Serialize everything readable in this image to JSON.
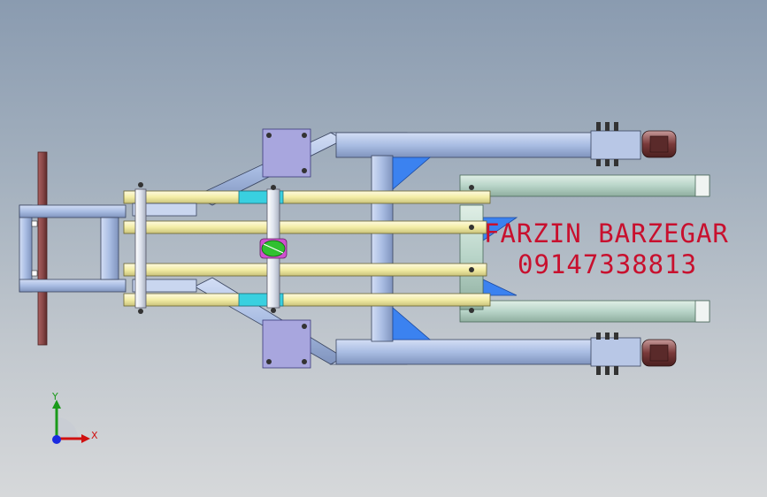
{
  "watermark": {
    "name": "FARZIN BARZEGAR",
    "phone": "09147338813"
  },
  "triad": {
    "x_label": "X",
    "y_label": "Y"
  },
  "colors": {
    "background_top": "#8a9bb0",
    "background_bottom": "#d6d8da",
    "frame_blue": "#a9bde3",
    "rail_yellow": "#f5f0b0",
    "gusset_blue": "#3b82f0",
    "accent_cyan": "#39d0e0",
    "wheel": "#7a3a3a",
    "handle": "#8b4a4a",
    "watermark_red": "#c8102e"
  },
  "icons": {
    "triad": "xyz-axis-triad-icon"
  }
}
